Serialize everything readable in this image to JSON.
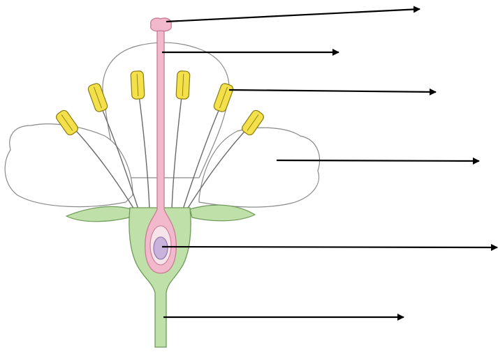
{
  "diagram": {
    "colors": {
      "background": "#ffffff",
      "outline": "#8a8a8a",
      "petal_fill": "#ffffff",
      "pistil_fill": "#f2b8cc",
      "pistil_outline": "#c97a98",
      "receptacle_fill": "#bfe0a8",
      "receptacle_outline": "#6f9a5a",
      "ovary_inner_fill": "#f7e3ea",
      "ovule_fill": "#c9b3dc",
      "ovule_outline": "#8a6fa8",
      "anther_fill": "#f3e04a",
      "anther_outline": "#8a7a10",
      "filament": "#6a6a6a",
      "arrow": "#000000"
    },
    "parts": [
      {
        "id": "stigma"
      },
      {
        "id": "style"
      },
      {
        "id": "stamen"
      },
      {
        "id": "petal"
      },
      {
        "id": "ovary"
      },
      {
        "id": "stalk"
      }
    ]
  }
}
